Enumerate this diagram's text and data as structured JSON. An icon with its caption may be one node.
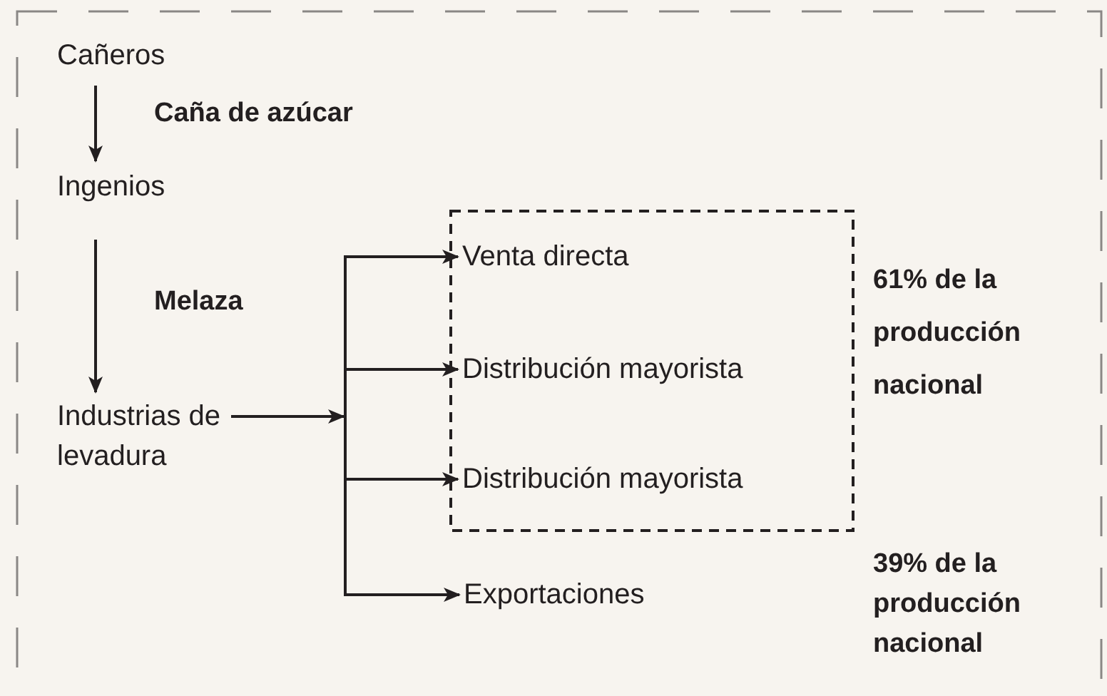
{
  "diagram": {
    "nodes": [
      {
        "text": [],
        "shape": "box"
      },
      {
        "text": [
          "Cañeros"
        ],
        "in": 0
      },
      {
        "text": [
          "Ingenios"
        ],
        "in": 0
      },
      {
        "text": [
          "Industrias de levadura"
        ],
        "in": 0
      },
      {
        "text": [],
        "shape": "box",
        "in": 0
      },
      {
        "text": [
          "Venta directa"
        ],
        "in": 4
      },
      {
        "text": [
          "Distribución mayorista"
        ],
        "in": 4
      },
      {
        "text": [
          "Distribución mayorista"
        ],
        "in": 4
      },
      {
        "text": [
          "Exportaciones"
        ],
        "in": 0
      }
    ],
    "edges": [
      {
        "from": 1,
        "to": 2,
        "arrow": "to",
        "label": "Caña de azúcar"
      },
      {
        "from": 2,
        "to": 3,
        "arrow": "to",
        "label": "Melaza"
      },
      {
        "from": 3,
        "to": 5,
        "arrow": "to"
      },
      {
        "from": 3,
        "to": 6,
        "arrow": "to"
      },
      {
        "from": 3,
        "to": 7,
        "arrow": "to"
      },
      {
        "from": 3,
        "to": 8,
        "arrow": "to"
      }
    ],
    "labels": [
      "61% de la producción nacional",
      "39% de la producción nacional"
    ]
  }
}
